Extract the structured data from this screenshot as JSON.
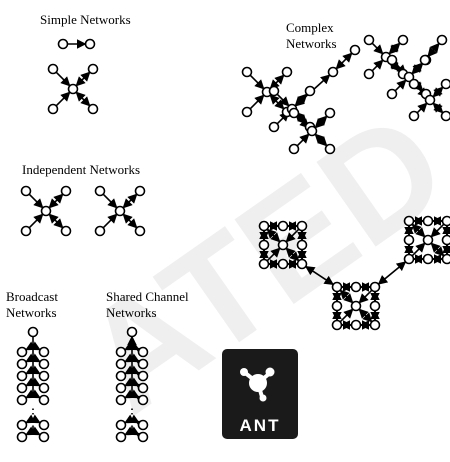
{
  "labels": {
    "simple": "Simple Networks",
    "complex_1": "Complex",
    "complex_2": "Networks",
    "independent": "Independent Networks",
    "broadcast_1": "Broadcast",
    "broadcast_2": "Networks",
    "shared_1": "Shared Channel",
    "shared_2": "Networks"
  },
  "logo": {
    "text": "ANT",
    "background": "#1a1a1a",
    "foreground": "#ffffff"
  },
  "colors": {
    "ink": "#000000",
    "watermark": "#e9e9e9"
  }
}
